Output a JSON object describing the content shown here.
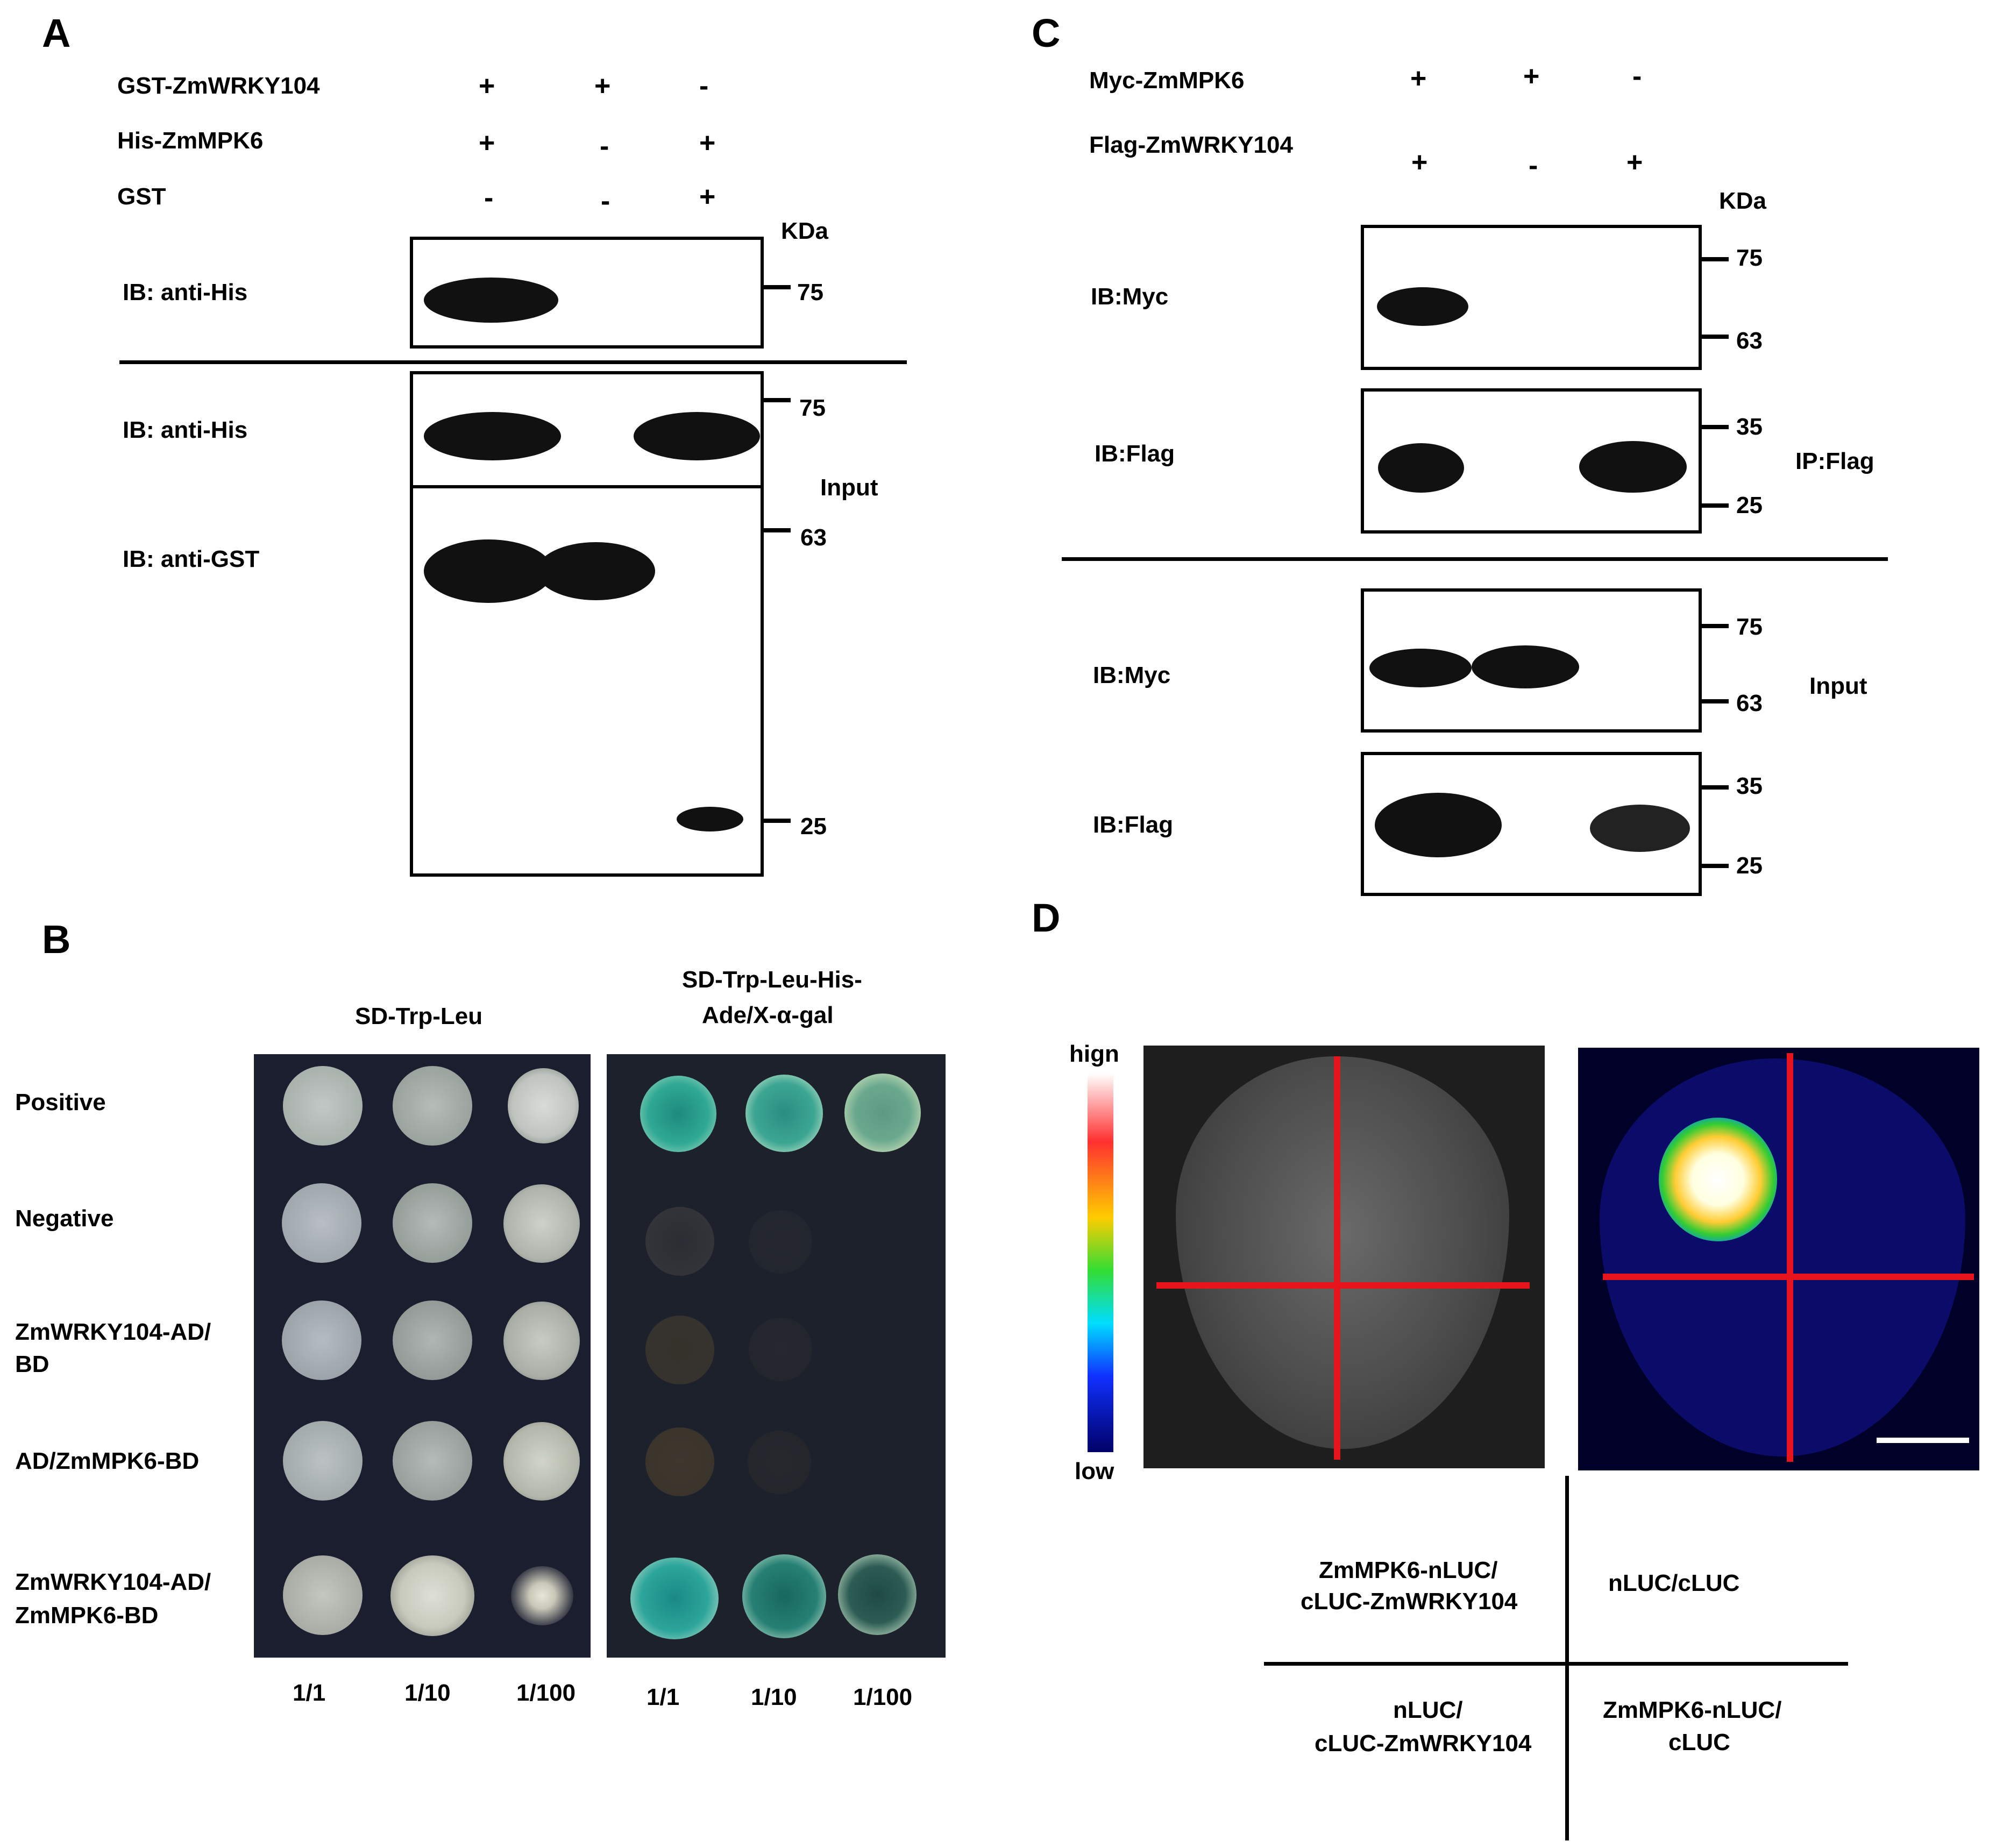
{
  "panels": {
    "a": {
      "letter": "A",
      "rows": [
        {
          "label": "GST-ZmWRKY104",
          "signs": [
            "+",
            "+",
            "-"
          ]
        },
        {
          "label": "His-ZmMPK6",
          "signs": [
            "+",
            "-",
            "+"
          ]
        },
        {
          "label": "GST",
          "signs": [
            "-",
            "-",
            "+"
          ]
        }
      ],
      "kda": "KDa",
      "blots": [
        {
          "label": "IB: anti-His",
          "markers": [
            "75"
          ]
        },
        {
          "label": "IB: anti-His",
          "markers": [
            "75"
          ]
        },
        {
          "label": "IB: anti-GST",
          "markers": [
            "63",
            "25"
          ]
        }
      ],
      "input_label": "Input"
    },
    "b": {
      "letter": "B",
      "plate_titles": [
        "SD-Trp-Leu",
        "SD-Trp-Leu-His-",
        "Ade/X-α-gal"
      ],
      "rows": [
        {
          "line1": "Positive",
          "line2": ""
        },
        {
          "line1": "Negative",
          "line2": ""
        },
        {
          "line1": "ZmWRKY104-AD/",
          "line2": "BD"
        },
        {
          "line1": "AD/ZmMPK6-BD",
          "line2": ""
        },
        {
          "line1": "ZmWRKY104-AD/",
          "line2": "ZmMPK6-BD"
        }
      ],
      "dilutions": [
        "1/1",
        "1/10",
        "1/100"
      ]
    },
    "c": {
      "letter": "C",
      "rows": [
        {
          "label": "Myc-ZmMPK6",
          "signs": [
            "+",
            "+",
            "-"
          ]
        },
        {
          "label": "Flag-ZmWRKY104",
          "signs": [
            "+",
            "-",
            "+"
          ]
        }
      ],
      "kda": "KDa",
      "blots": [
        {
          "label": "IB:Myc",
          "markers": [
            "75",
            "63"
          ]
        },
        {
          "label": "IB:Flag",
          "markers": [
            "35",
            "25"
          ]
        },
        {
          "label": "IB:Myc",
          "markers": [
            "75",
            "63"
          ]
        },
        {
          "label": "IB:Flag",
          "markers": [
            "35",
            "25"
          ]
        }
      ],
      "ip_label": "IP:Flag",
      "input_label": "Input"
    },
    "d": {
      "letter": "D",
      "scale_high": "hign",
      "scale_low": "low",
      "quadrants": [
        {
          "line1": "ZmMPK6-nLUC/",
          "line2": "cLUC-ZmWRKY104"
        },
        {
          "line1": "nLUC/cLUC",
          "line2": ""
        },
        {
          "line1": "nLUC/",
          "line2": "cLUC-ZmWRKY104"
        },
        {
          "line1": "ZmMPK6-nLUC/",
          "line2": "cLUC"
        }
      ],
      "colors": {
        "cross": "#e8141b",
        "leaf_bg": "#3a3a3a",
        "lum_bg": "#0a0a5a"
      }
    }
  }
}
